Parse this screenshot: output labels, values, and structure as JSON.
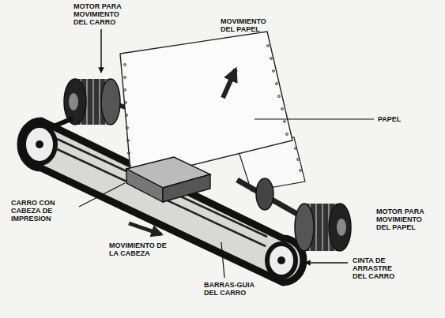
{
  "diagram": {
    "labels": [
      "MOTOR PARA MOVIMIENTO DEL CARRO",
      "MOVIMIENTO DEL PAPEL",
      "PAPEL",
      "CARRO CON CABEZA DE IMPRESION",
      "MOVIMIENTO DE LA CABEZA",
      "BARRAS-GUIA DEL CARRO",
      "MOTOR PARA MOVIMIENTO DEL PAPEL",
      "CINTA DE ARRASTRE DEL CARRO"
    ]
  }
}
